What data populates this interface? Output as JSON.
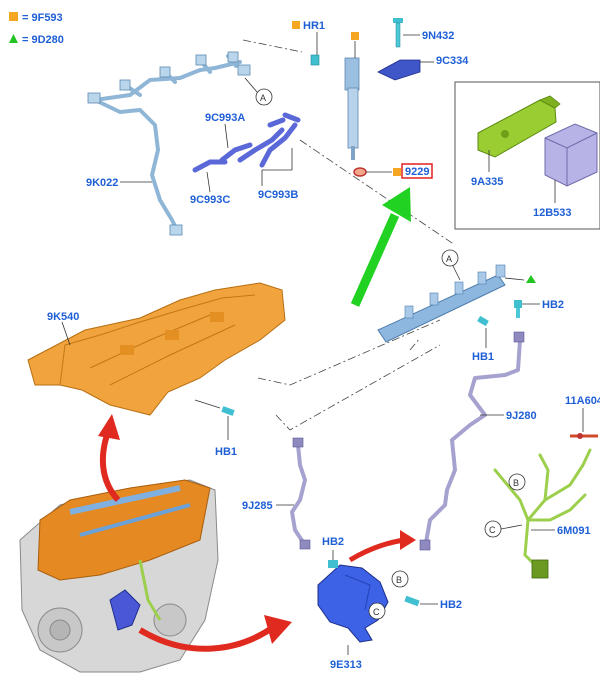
{
  "legend": {
    "items": [
      {
        "symbol": "square",
        "color": "#f5a623",
        "text": "= 9F593"
      },
      {
        "symbol": "triangle",
        "color": "#22c422",
        "text": "= 9D280"
      }
    ]
  },
  "labels": {
    "hr1": "HR1",
    "n9432": "9N432",
    "c9334": "9C334",
    "n9229": "9229",
    "a335": "9A335",
    "b12533": "12B533",
    "k9022": "9K022",
    "c993a": "9C993A",
    "c993b": "9C993B",
    "c993c": "9C993C",
    "k9540": "9K540",
    "hb1_top": "HB1",
    "hb1_bottom": "HB1",
    "hb2_top": "HB2",
    "hb2_mid": "HB2",
    "hb2_bottom": "HB2",
    "j9280": "9J280",
    "j9285": "9J285",
    "a11604": "11A604",
    "m6091": "6M091",
    "e9313": "9E313"
  },
  "callouts": {
    "a1": "A",
    "a2": "A",
    "b1": "B",
    "b2": "B",
    "c1": "C",
    "c2": "C"
  }
}
